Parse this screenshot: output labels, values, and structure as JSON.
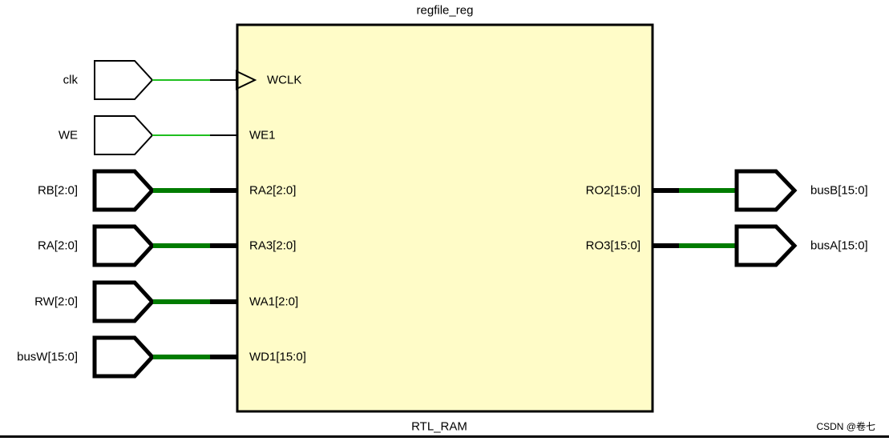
{
  "diagram": {
    "title": "regfile_reg",
    "type_label": "RTL_RAM",
    "colors": {
      "block_fill": "#FFFCC8",
      "block_border": "#000000",
      "scalar_net": "#1FBF1F",
      "bus_net": "#007C00",
      "port_outline": "#000000",
      "watermark": "#B9B9B9"
    },
    "inputs": [
      {
        "label": "clk",
        "pin": "WCLK",
        "kind": "scalar",
        "clock": true
      },
      {
        "label": "WE",
        "pin": "WE1",
        "kind": "scalar",
        "clock": false
      },
      {
        "label": "RB[2:0]",
        "pin": "RA2[2:0]",
        "kind": "bus",
        "clock": false
      },
      {
        "label": "RA[2:0]",
        "pin": "RA3[2:0]",
        "kind": "bus",
        "clock": false
      },
      {
        "label": "RW[2:0]",
        "pin": "WA1[2:0]",
        "kind": "bus",
        "clock": false
      },
      {
        "label": "busW[15:0]",
        "pin": "WD1[15:0]",
        "kind": "bus",
        "clock": false
      }
    ],
    "outputs": [
      {
        "pin": "RO2[15:0]",
        "label": "busB[15:0]",
        "kind": "bus"
      },
      {
        "pin": "RO3[15:0]",
        "label": "busA[15:0]",
        "kind": "bus"
      }
    ],
    "watermark": "CSDN @卷七"
  }
}
